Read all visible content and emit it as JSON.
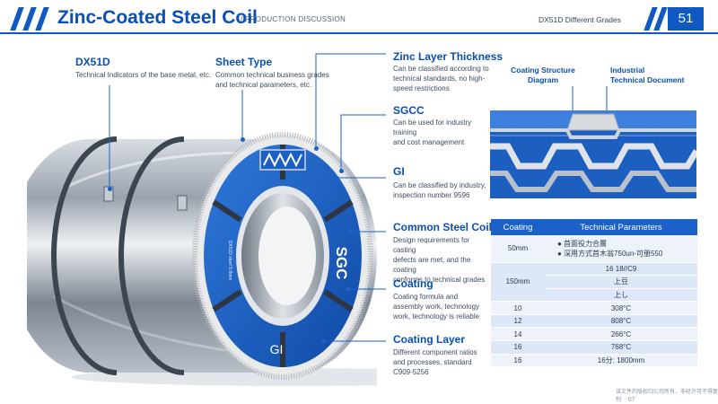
{
  "header": {
    "title": "Zinc-Coated Steel Coil",
    "subtitle": "/ PRODUCTION DISCUSSION",
    "grade_label": "DX51D   Different Grades",
    "page_number": "51"
  },
  "callouts": [
    {
      "title": "DX51D",
      "desc": [
        "Technical Indicators of the base metal, etc."
      ]
    },
    {
      "title": "Sheet Type",
      "desc": [
        "Common technical business grades",
        "and technical parameters, etc."
      ]
    },
    {
      "title": "Zinc Layer Thickness",
      "desc": [
        "Can be classified according to",
        "technical standards, no high-",
        "speed restrictions"
      ]
    },
    {
      "title": "SGCC",
      "desc": [
        "Can be used for industry training",
        "and cost management"
      ]
    },
    {
      "title": "GI",
      "desc": [
        "Can be classified by industry,",
        "inspection number 9596"
      ]
    },
    {
      "title": "Common Steel Coils",
      "desc": [
        "Design requirements for casting",
        "defects are met, and the coating",
        "conforms to technical grades"
      ]
    },
    {
      "title": "Coating",
      "desc": [
        "Coating formula and",
        "assembly work, technology",
        "work, technology is reliable"
      ]
    },
    {
      "title": "Coating Layer",
      "desc": [
        "Different component ratios",
        "and processes, standard",
        "C909-5256"
      ]
    }
  ],
  "coil": {
    "face_text": "SGC",
    "face_text_2": "GI",
    "side_text": "DX51D steel 5.8mm"
  },
  "diagram": {
    "label_left": "Coating Structure\nDiagram",
    "label_right": "Industrial\nTechnical Document"
  },
  "table": {
    "headers": [
      "Coating",
      "Technical Parameters"
    ],
    "rows": [
      [
        "50mm",
        "● 首面役力合層\n● 深用方式首木翁750un-可册550"
      ],
      [
        "150mm",
        "16 18//C9"
      ],
      [
        "",
        "上豆"
      ],
      [
        "",
        "上し"
      ],
      [
        "10",
        "308°C"
      ],
      [
        "12",
        "808°C"
      ],
      [
        "14",
        "266°C"
      ],
      [
        "16",
        "768°C"
      ],
      [
        "16",
        "16分: 1800mm"
      ]
    ]
  },
  "footer": {
    "text": "该文件的版权归公司所有，非经许可不得复制",
    "page": "07"
  },
  "colors": {
    "accent": "#1059c2",
    "label": "#0a4fb5",
    "table_header": "#1a61c8",
    "coil_face": "#1b5fc4"
  }
}
